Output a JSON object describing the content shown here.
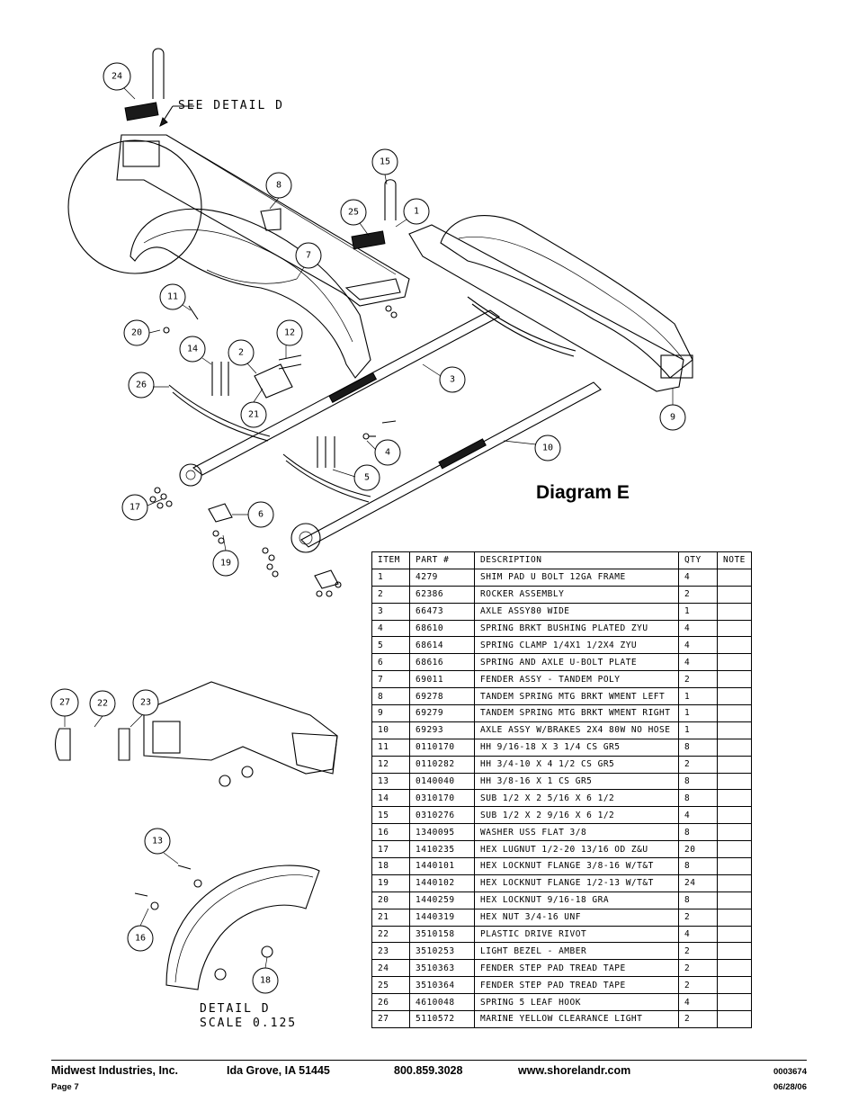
{
  "diagram": {
    "title": "Diagram E",
    "see_detail_label": "SEE DETAIL  D",
    "detail_label_line1": "DETAIL  D",
    "detail_label_line2": "SCALE  0.125",
    "callouts": [
      "24",
      "15",
      "25",
      "1",
      "8",
      "7",
      "11",
      "20",
      "12",
      "2",
      "14",
      "26",
      "21",
      "3",
      "9",
      "4",
      "10",
      "5",
      "17",
      "6",
      "19",
      "27",
      "22",
      "23",
      "13",
      "16",
      "18"
    ]
  },
  "parts_table": {
    "headers": [
      "ITEM",
      "PART #",
      "DESCRIPTION",
      "QTY",
      "NOTE"
    ],
    "rows": [
      [
        "1",
        "4279",
        "SHIM PAD   U BOLT 12GA FRAME",
        "4",
        ""
      ],
      [
        "2",
        "62386",
        "ROCKER ASSEMBLY",
        "2",
        ""
      ],
      [
        "3",
        "66473",
        "AXLE ASSY80 WIDE",
        "1",
        ""
      ],
      [
        "4",
        "68610",
        "SPRING BRKT BUSHING PLATED ZYU",
        "4",
        ""
      ],
      [
        "5",
        "68614",
        "SPRING CLAMP   1/4X1 1/2X4  ZYU",
        "4",
        ""
      ],
      [
        "6",
        "68616",
        "SPRING AND AXLE U-BOLT PLATE",
        "4",
        ""
      ],
      [
        "7",
        "69011",
        "FENDER ASSY - TANDEM POLY",
        "2",
        ""
      ],
      [
        "8",
        "69278",
        "TANDEM SPRING MTG BRKT WMENT LEFT",
        "1",
        ""
      ],
      [
        "9",
        "69279",
        "TANDEM SPRING MTG BRKT WMENT RIGHT",
        "1",
        ""
      ],
      [
        "10",
        "69293",
        "AXLE ASSY W/BRAKES 2X4 80W NO HOSE",
        "1",
        ""
      ],
      [
        "11",
        "0110170",
        "HH 9/16-18 X 3 1/4 CS GR5",
        "8",
        ""
      ],
      [
        "12",
        "0110282",
        "HH 3/4-10 X 4 1/2 CS GR5",
        "2",
        ""
      ],
      [
        "13",
        "0140040",
        "HH 3/8-16 X 1 CS GR5",
        "8",
        ""
      ],
      [
        "14",
        "0310170",
        "SUB 1/2 X 2 5/16 X 6 1/2",
        "8",
        ""
      ],
      [
        "15",
        "0310276",
        "SUB 1/2 X 2 9/16 X 6 1/2",
        "4",
        ""
      ],
      [
        "16",
        "1340095",
        "WASHER USS FLAT 3/8",
        "8",
        ""
      ],
      [
        "17",
        "1410235",
        "HEX LUGNUT 1/2-20 13/16 OD Z&U",
        "20",
        ""
      ],
      [
        "18",
        "1440101",
        "HEX LOCKNUT FLANGE 3/8-16 W/T&T",
        "8",
        ""
      ],
      [
        "19",
        "1440102",
        "HEX LOCKNUT FLANGE 1/2-13 W/T&T",
        "24",
        ""
      ],
      [
        "20",
        "1440259",
        "HEX LOCKNUT 9/16-18 GRA",
        "8",
        ""
      ],
      [
        "21",
        "1440319",
        "HEX NUT 3/4-16 UNF",
        "2",
        ""
      ],
      [
        "22",
        "3510158",
        "PLASTIC DRIVE RIVOT",
        "4",
        ""
      ],
      [
        "23",
        "3510253",
        "LIGHT BEZEL - AMBER",
        "2",
        ""
      ],
      [
        "24",
        "3510363",
        "FENDER STEP PAD TREAD TAPE",
        "2",
        ""
      ],
      [
        "25",
        "3510364",
        "FENDER STEP PAD TREAD TAPE",
        "2",
        ""
      ],
      [
        "26",
        "4610048",
        "SPRING  5 LEAF HOOK",
        "4",
        ""
      ],
      [
        "27",
        "5110572",
        "MARINE YELLOW CLEARANCE LIGHT",
        "2",
        ""
      ]
    ]
  },
  "footer": {
    "company": "Midwest Industries, Inc.",
    "location": "Ida Grove, IA  51445",
    "phone": "800.859.3028",
    "website": "www.shorelandr.com",
    "doc_number": "0003674",
    "page": "Page 7",
    "date": "06/28/06"
  }
}
